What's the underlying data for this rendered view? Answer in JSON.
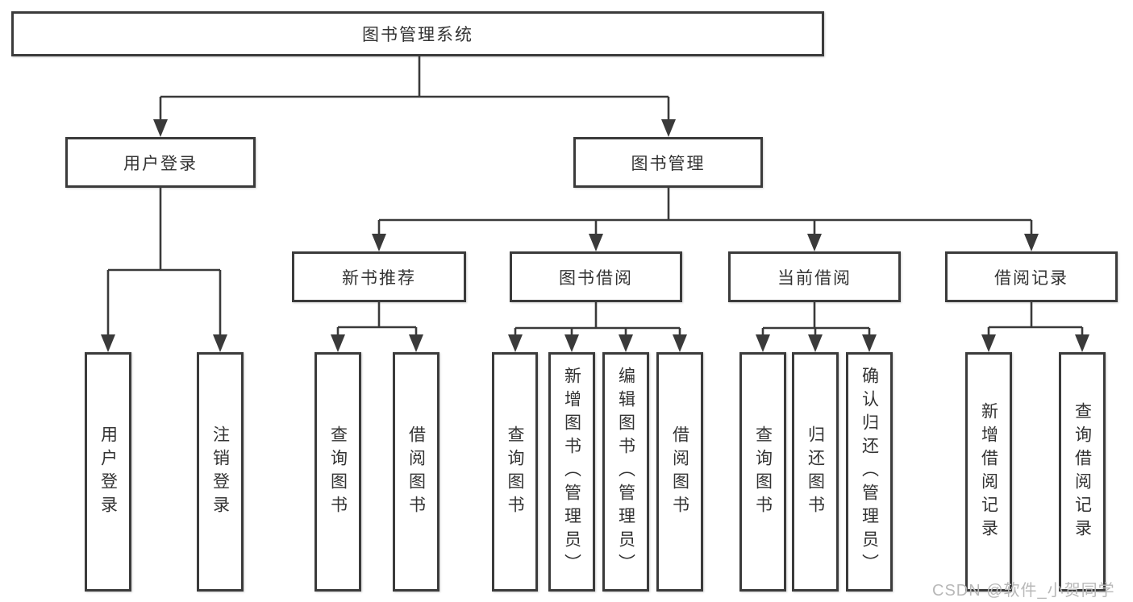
{
  "tree": {
    "root": "图书管理系统",
    "level2": [
      {
        "label": "用户登录",
        "children": [
          "用户登录",
          "注销登录"
        ]
      },
      {
        "label": "图书管理",
        "children": [
          {
            "label": "新书推荐",
            "children": [
              "查询图书",
              "借阅图书"
            ]
          },
          {
            "label": "图书借阅",
            "children": [
              "查询图书",
              "新增图书（管理员）",
              "编辑图书（管理员）",
              "借阅图书"
            ]
          },
          {
            "label": "当前借阅",
            "children": [
              "查询图书",
              "归还图书",
              "确认归还（管理员）"
            ]
          },
          {
            "label": "借阅记录",
            "children": [
              "新增借阅记录",
              "查询借阅记录"
            ]
          }
        ]
      }
    ]
  },
  "watermark": "CSDN @软件_小贺同学",
  "colors": {
    "line": "#3a3a3a",
    "border": "#3b3b3b",
    "text": "#333333",
    "watermark": "#b8b8b8",
    "background": "#ffffff"
  }
}
